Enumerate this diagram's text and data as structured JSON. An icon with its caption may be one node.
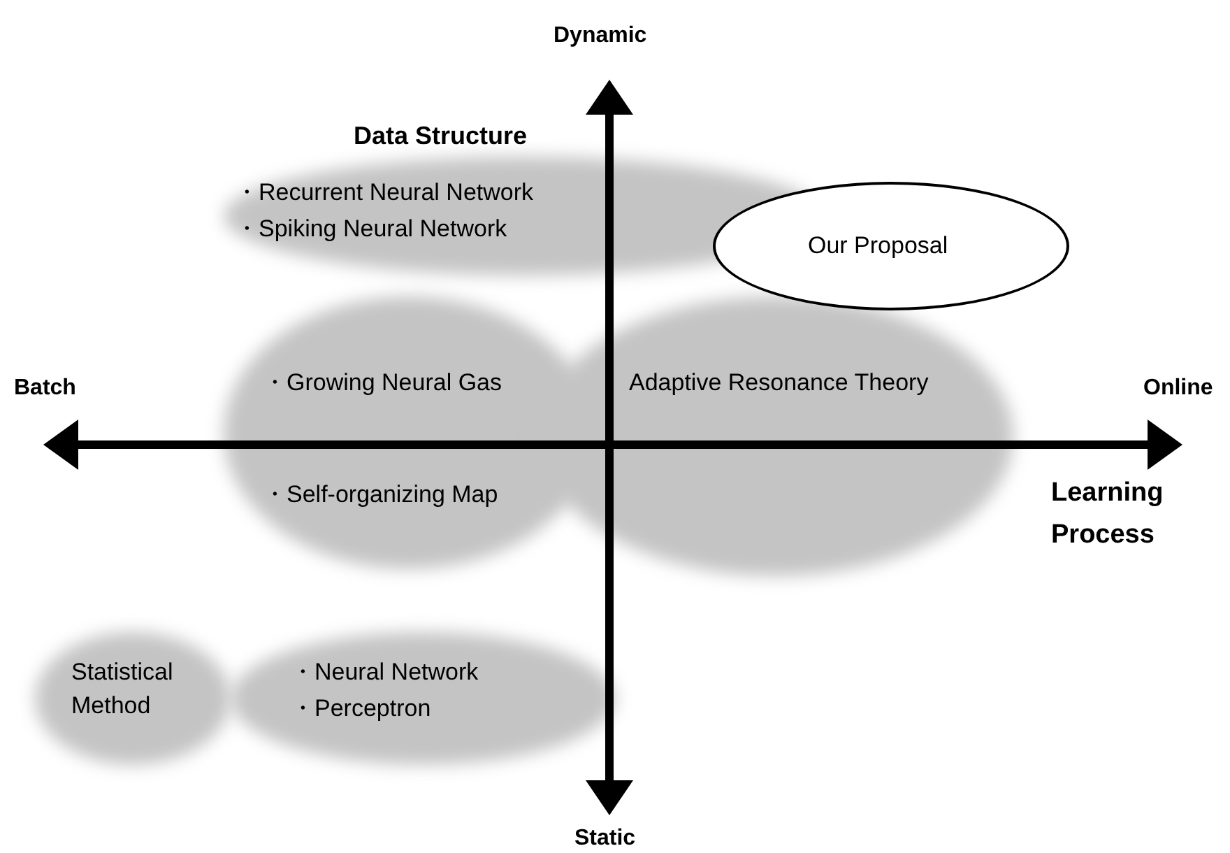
{
  "diagram": {
    "nodes": [
      {
        "text": [
          "・Recurrent Neural Network",
          "・Spiking Neural Network"
        ]
      },
      {
        "text": [
          "Our Proposal"
        ]
      },
      {
        "text": [
          "・Growing Neural Gas",
          "・Self-organizing Map"
        ]
      },
      {
        "text": [
          "Adaptive Resonance Theory"
        ]
      },
      {
        "text": [
          "Statistical Method"
        ]
      },
      {
        "text": [
          "・Neural Network",
          "・Perceptron"
        ]
      }
    ],
    "edges": [],
    "labels": [
      "Dynamic",
      "Data Structure",
      "Batch",
      "Online",
      "Learning Process",
      "Static"
    ]
  }
}
